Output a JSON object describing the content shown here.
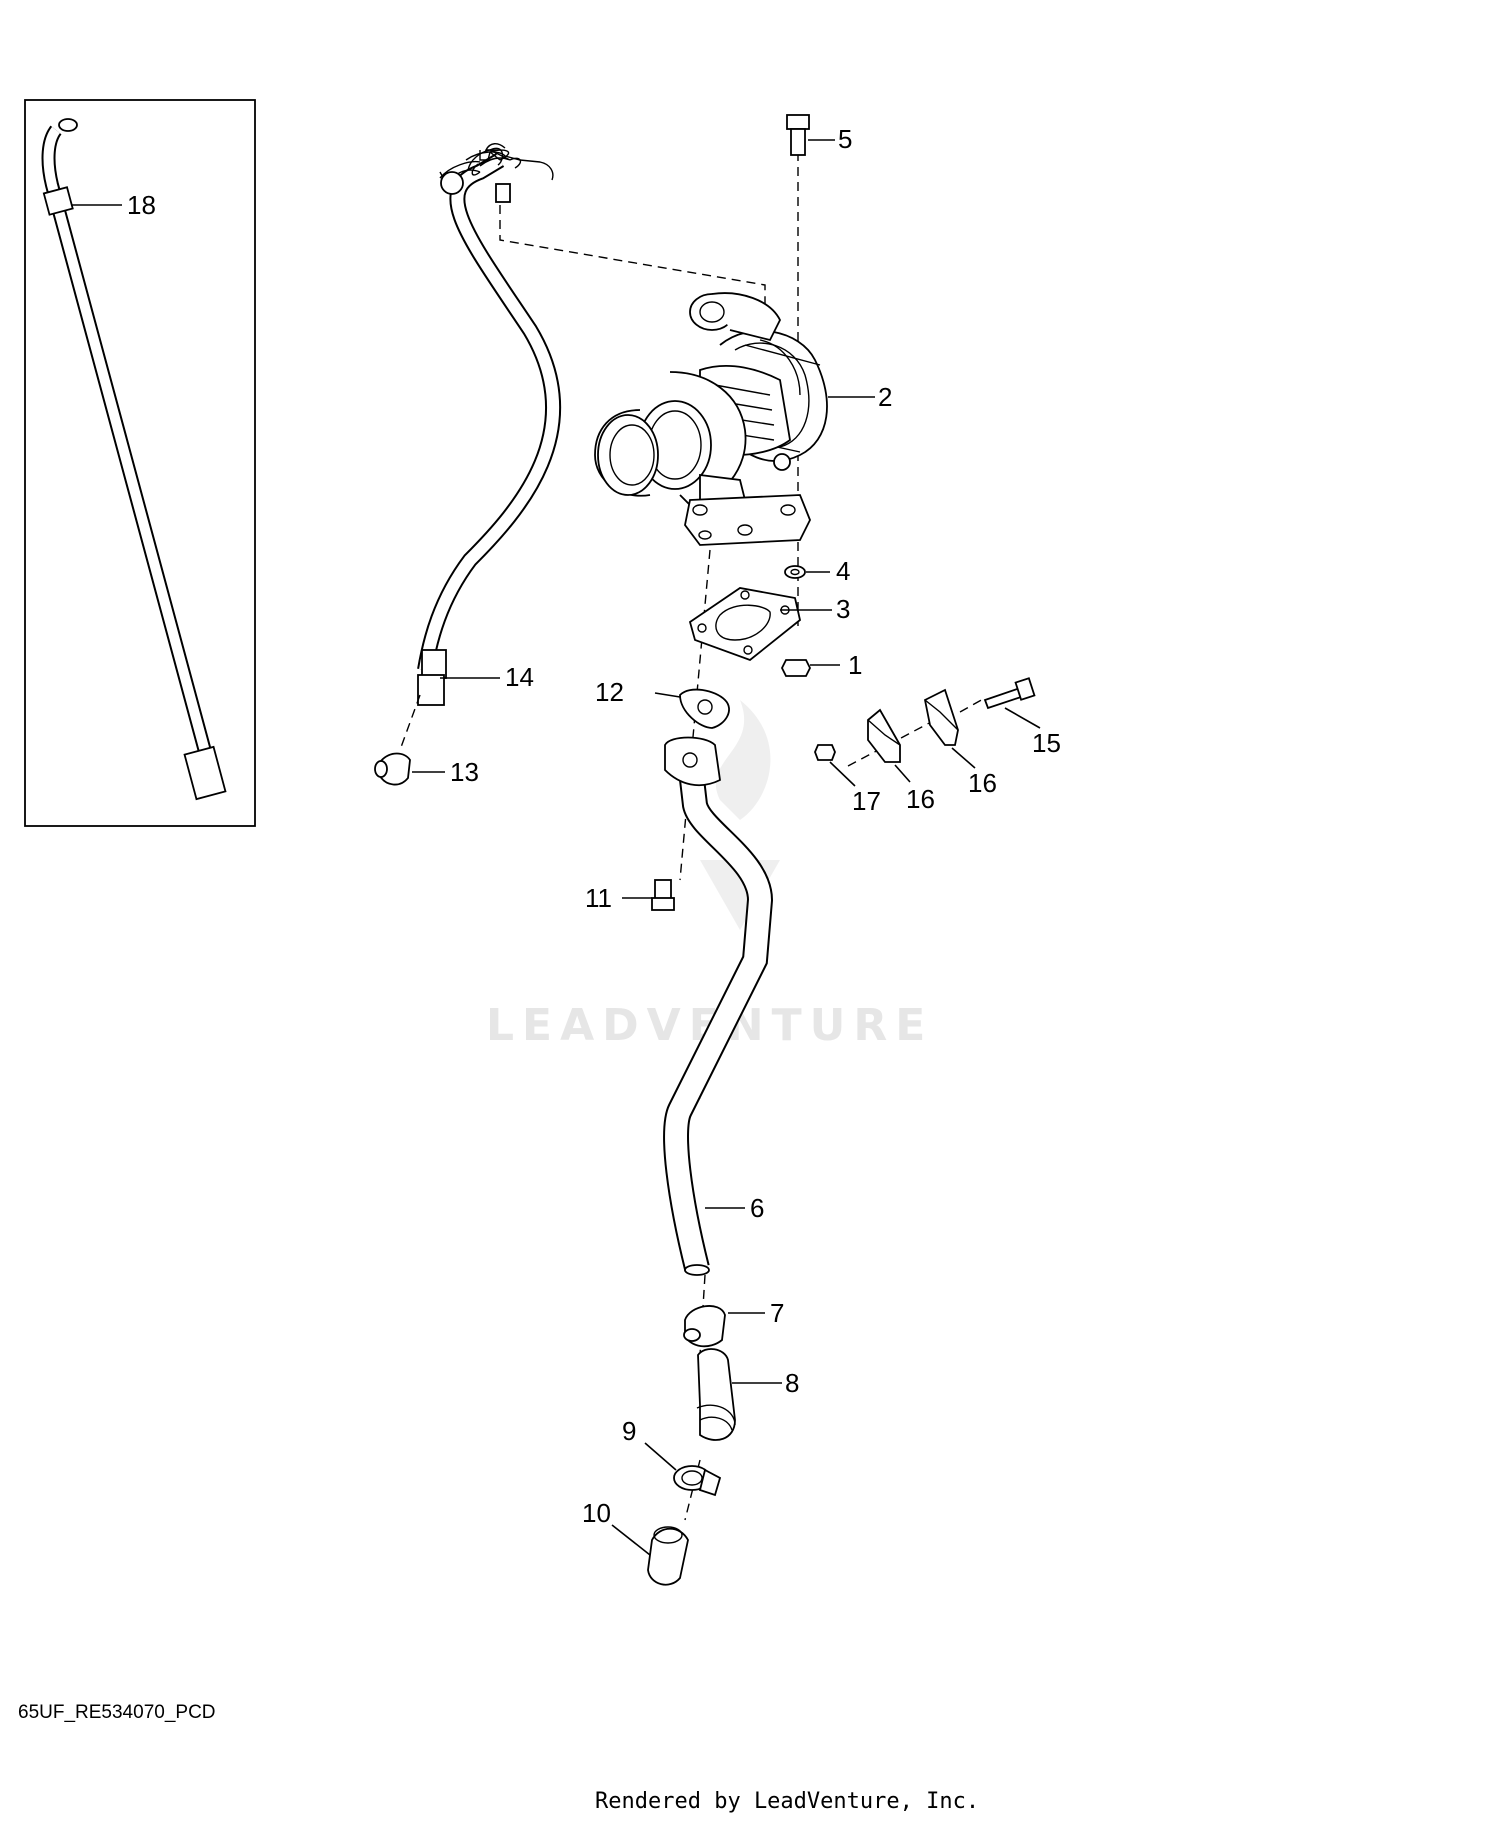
{
  "watermark": "LEADVENTURE",
  "drawing_id": "65UF_RE534070_PCD",
  "footer": "Rendered by LeadVenture, Inc.",
  "callouts": [
    "1",
    "2",
    "3",
    "4",
    "5",
    "6",
    "7",
    "8",
    "9",
    "10",
    "11",
    "12",
    "13",
    "14",
    "15",
    "16",
    "16",
    "17",
    "18"
  ]
}
